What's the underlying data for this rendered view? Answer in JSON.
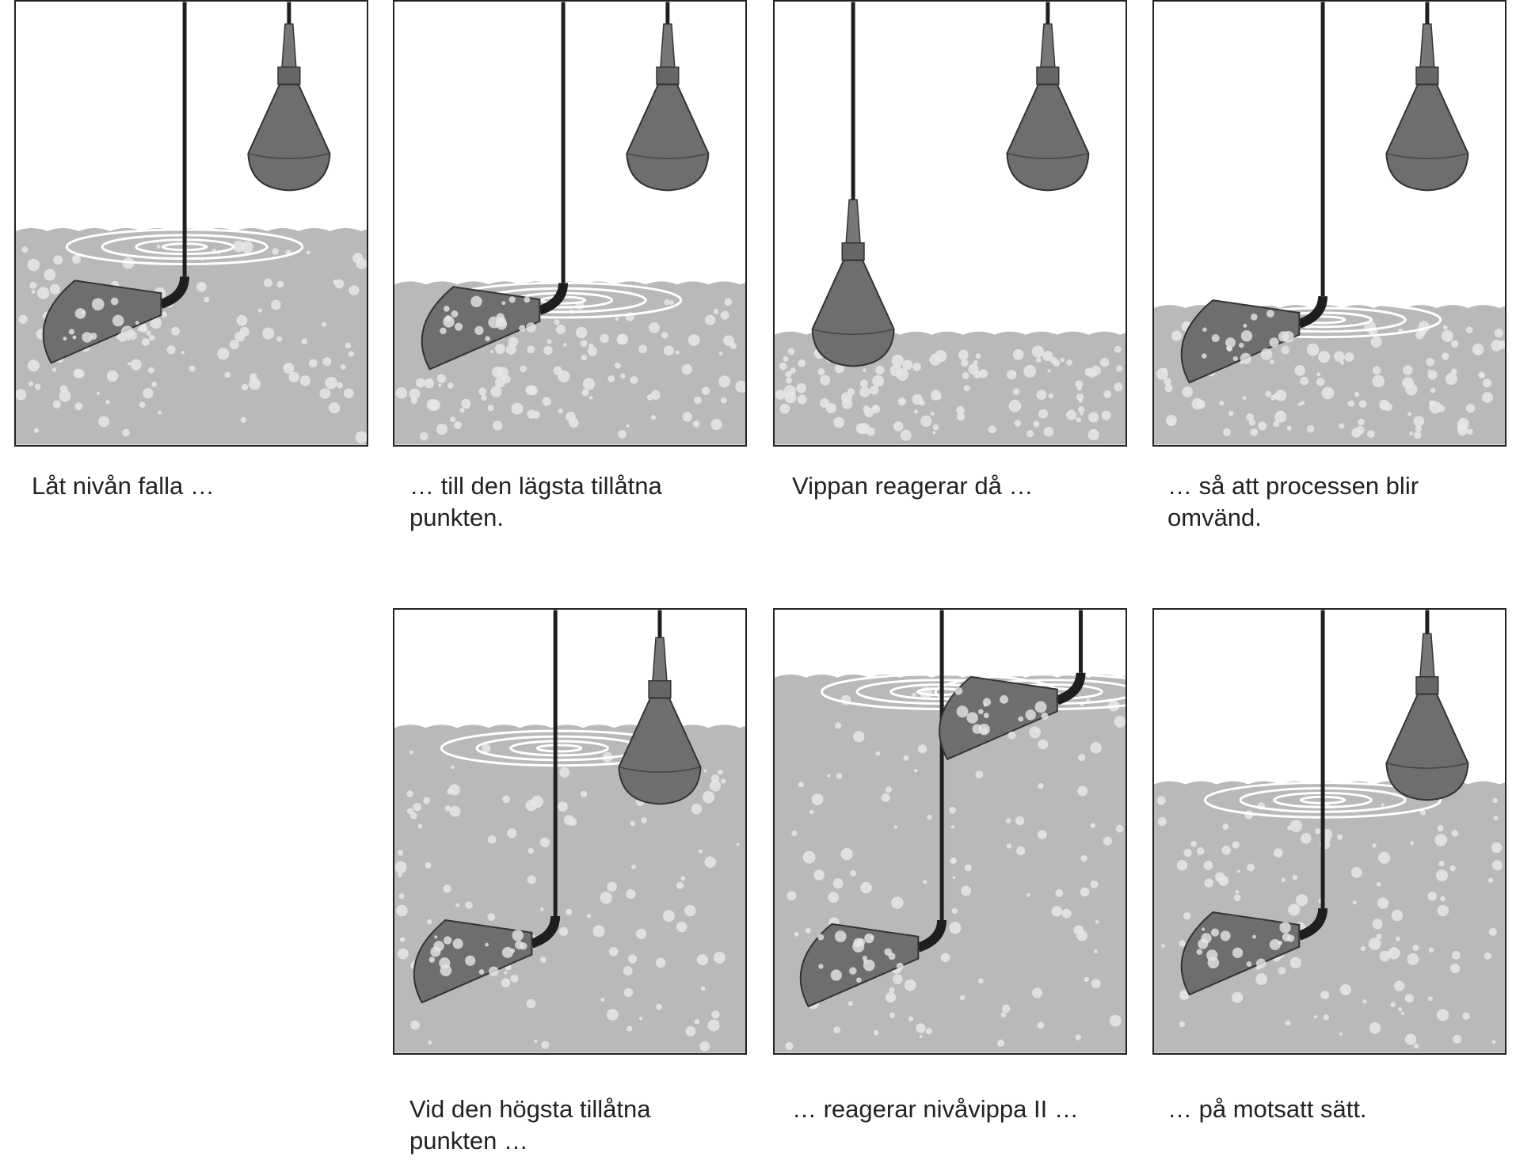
{
  "panels": [
    {
      "id": "p1",
      "caption": "Låt nivån falla …"
    },
    {
      "id": "p2",
      "caption": "… till den lägsta tillåtna\npunkten."
    },
    {
      "id": "p3",
      "caption": "Vippan reagerar då …"
    },
    {
      "id": "p4",
      "caption": "… så att processen blir\nomvänd."
    },
    {
      "id": "p5",
      "caption": "Vid den högsta tillåtna\npunkten …"
    },
    {
      "id": "p6",
      "caption": "… reagerar nivåvippa II …"
    },
    {
      "id": "p7",
      "caption": "… på motsatt sätt."
    }
  ],
  "colors": {
    "liquid": "#b9b9b9",
    "float": "#6e6e6e",
    "cable": "#1e1e1e",
    "bubble": "#e6e6e6",
    "frame": "#222222"
  }
}
